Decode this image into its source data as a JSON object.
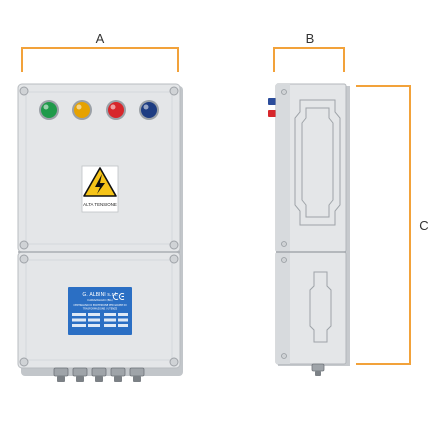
{
  "dimensions": {
    "width_label": "A",
    "depth_label": "B",
    "height_label": "C"
  },
  "front_panel": {
    "warning_label": "ALTA TENSIONE",
    "lamp_colors": [
      "#1f9a4a",
      "#e6a200",
      "#d7262b",
      "#1e3d82"
    ]
  },
  "nameplate": {
    "company": "G. ALBINI s.r.l.",
    "location": "CARAVAGGIO (BG)",
    "description_1": "CENTRALINO DI PROTEZIONE PER GRUPPI DI",
    "description_2": "TRASFORMAZIONE / UTENZE"
  },
  "colors": {
    "dimension_line": "#f2a23a",
    "enclosure": "#e4e6e8",
    "enclosure_shadow": "#c9ccd0",
    "nameplate": "#2b6fc4",
    "warning_yellow": "#f6c418"
  }
}
